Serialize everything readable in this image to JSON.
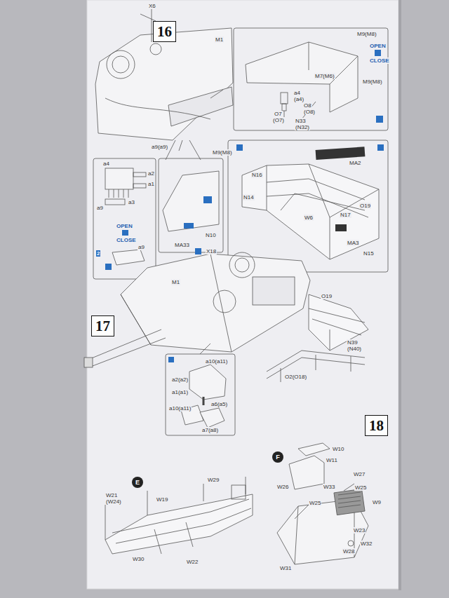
{
  "diagram": {
    "nodes": [
      {
        "text": [
          "16"
        ]
      },
      {
        "text": [
          "17"
        ]
      },
      {
        "text": [
          "18"
        ]
      },
      {
        "text": [
          "E"
        ]
      },
      {
        "text": [
          "F"
        ]
      }
    ],
    "labels": [
      "X6",
      "M1",
      "M9(M8)",
      "a9(a9)",
      "M9(M8)",
      "OPEN",
      "CLOSE",
      "M7(M6)",
      "a4",
      "(a4)",
      "O7",
      "(O7)",
      "O8",
      "(O8)",
      "N33",
      "(N32)",
      "M9(M8)",
      "a4",
      "a2",
      "a1",
      "a3",
      "a9",
      "OPEN",
      "CLOSE",
      "2",
      "a9",
      "N10",
      "MA33",
      "MA2",
      "N16",
      "N14",
      "W6",
      "N17",
      "O19",
      "MA3",
      "N15",
      "X18",
      "M1",
      "O19",
      "N39",
      "(N40)",
      "O2(O18)",
      "a10(a11)",
      "a2(a2)",
      "a1(a1)",
      "a10(a11)",
      "a6(a5)",
      "a7(a8)",
      "W21",
      "(W24)",
      "W19",
      "W29",
      "W30",
      "W22",
      "W10",
      "W11",
      "W27",
      "W26",
      "W33",
      "W25",
      "W9",
      "W25",
      "W23",
      "W32",
      "W28",
      "W31"
    ]
  }
}
